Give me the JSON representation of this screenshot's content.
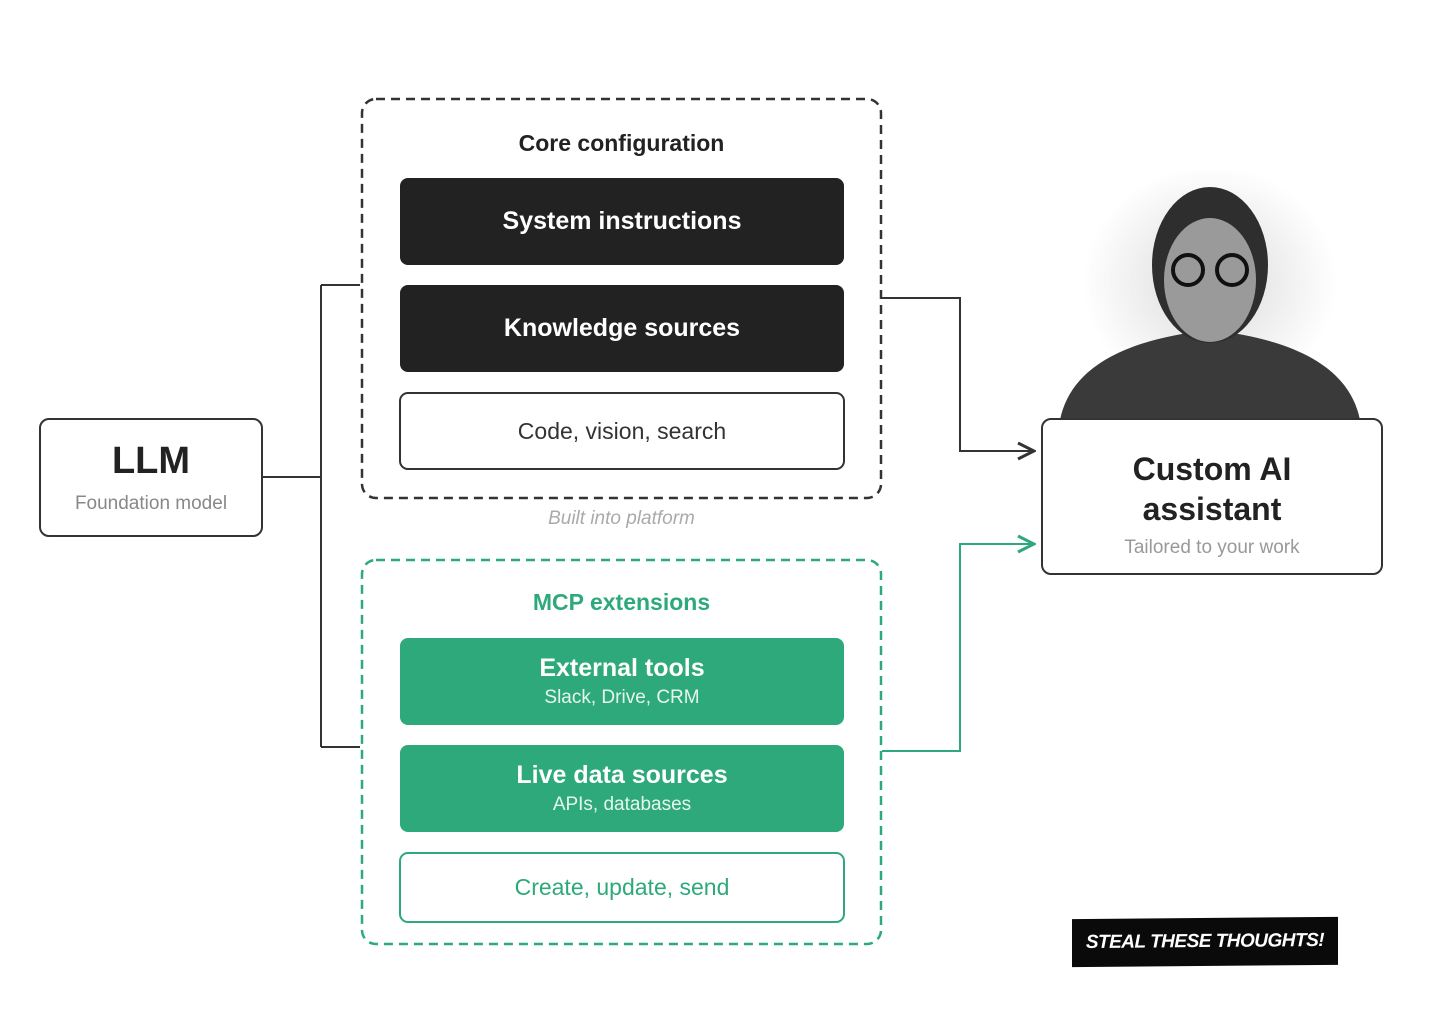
{
  "llm": {
    "title": "LLM",
    "subtitle": "Foundation model"
  },
  "core": {
    "title": "Core configuration",
    "items": [
      "System instructions",
      "Knowledge sources",
      "Code, vision, search"
    ],
    "caption": "Built into platform"
  },
  "mcp": {
    "title": "MCP extensions",
    "items": [
      {
        "title": "External tools",
        "sub": "Slack, Drive, CRM"
      },
      {
        "title": "Live data sources",
        "sub": "APIs, databases"
      }
    ],
    "action": "Create, update, send"
  },
  "assistant": {
    "title_line1": "Custom AI",
    "title_line2": "assistant",
    "subtitle": "Tailored to your work"
  },
  "sticker": "STEAL THESE THOUGHTS!",
  "colors": {
    "green": "#2ea97b",
    "dark": "#222222"
  }
}
